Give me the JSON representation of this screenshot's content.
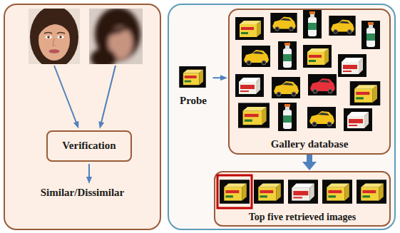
{
  "diagram": {
    "nodes": [
      {
        "text": [
          "Similar/Dissimilar"
        ]
      },
      {
        "text": [
          "Verification"
        ],
        "in": 0
      },
      {
        "text": []
      },
      {
        "text": [
          "Probe"
        ],
        "in": 2
      },
      {
        "text": [
          "Gallery database"
        ],
        "in": 2
      },
      {
        "text": [
          "Top five retrieved images"
        ],
        "in": 2
      }
    ],
    "edges": [
      {
        "from": 3,
        "to": 4,
        "arrow": "to"
      },
      {
        "from": 4,
        "to": 5,
        "arrow": "to"
      }
    ]
  }
}
